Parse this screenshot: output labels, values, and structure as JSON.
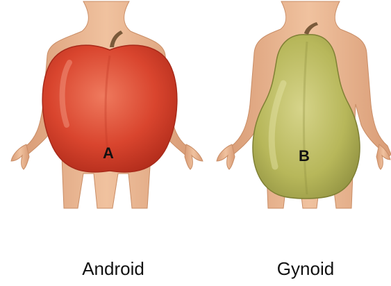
{
  "figures": [
    {
      "marker": "A",
      "caption": "Android",
      "fruit_icon": "apple-icon",
      "fruit_color": "#d9452e",
      "fruit_shade": "#b5301f"
    },
    {
      "marker": "B",
      "caption": "Gynoid",
      "fruit_icon": "pear-icon",
      "fruit_color": "#b7b75a",
      "fruit_shade": "#8f9040"
    }
  ],
  "colors": {
    "skin": "#e8b48f",
    "skin_shadow": "#c98d66",
    "stem": "#7a5a3a"
  }
}
